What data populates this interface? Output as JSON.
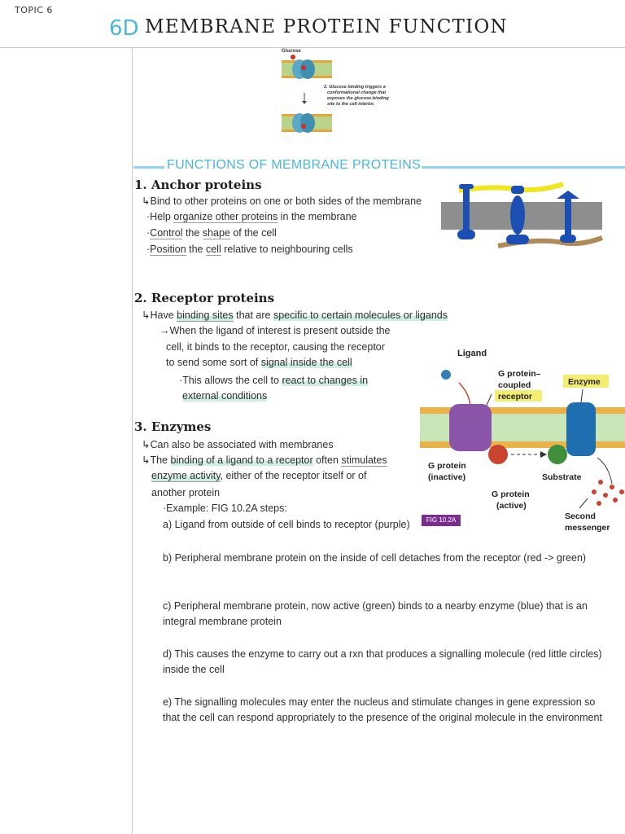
{
  "header": {
    "topic": "TOPIC 6",
    "code": "6D",
    "title": "MEMBRANE PROTEIN FUNCTION"
  },
  "glucose_figure": {
    "label": "Glucose",
    "step_text": [
      "2. Glucose binding triggers a",
      "conformational change that",
      "exposes the glucose-binding",
      "site to the cell interior."
    ]
  },
  "section": {
    "title": "FUNCTIONS OF MEMBRANE PROTEINS"
  },
  "anchor": {
    "heading": "1. Anchor proteins",
    "line1_prefix": "↳",
    "line1": "Bind to other proteins on one or both sides of the membrane",
    "b1_pre": "·Help ",
    "b1_ul": "organize other proteins",
    "b1_post": " in the membrane",
    "b2_pre": "·",
    "b2_ul": "Control",
    "b2_mid": " the ",
    "b2_ul2": "shape",
    "b2_post": " of the cell",
    "b3_pre": "·",
    "b3_ul": "Position",
    "b3_mid": " the ",
    "b3_ul2": "cell",
    "b3_post": " relative to neighbouring cells"
  },
  "receptor": {
    "heading": "2. Receptor proteins",
    "l1_prefix": "↳Have ",
    "l1_hl1": "binding sites",
    "l1_mid": " that are ",
    "l1_hl2": "specific to certain molecules or ligands",
    "l2": "→When the ligand of interest is present outside the",
    "l3": "cell, it binds to the receptor, causing the receptor",
    "l4_pre": "to send some sort of ",
    "l4_hl": "signal inside the cell",
    "l5_pre": "·This allows the cell to ",
    "l5_hl": "react to changes in",
    "l6_hl": "external conditions"
  },
  "enzymes": {
    "heading": "3. Enzymes",
    "l1": "↳Can also be associated with membranes",
    "l2_pre": "↳The ",
    "l2_hl": "binding of a ligand to a receptor",
    "l2_mid": " often ",
    "l2_ul": "stimulates",
    "l3_hl": "enzyme activity",
    "l3_post": ", either of the receptor itself or of",
    "l4": "another protein",
    "l5": "·Example: FIG 10.2A steps:",
    "step_a": "a) Ligand from outside of cell binds to receptor (purple)",
    "badge": "FIG 10.2A",
    "step_b": "b) Peripheral membrane protein on the inside of cell detaches from the receptor (red -> green)",
    "step_c": "c) Peripheral membrane protein, now active (green) binds to a nearby enzyme (blue) that is an integral membrane protein",
    "step_d": "d) This causes the enzyme to carry out a rxn that produces a signalling molecule (red little circles) inside the cell",
    "step_e": "e) The signalling molecules may enter the nucleus and stimulate changes in gene expression so that the cell can respond appropriately to the presence of the original molecule in the environment"
  },
  "gprotein_figure": {
    "ligand": "Ligand",
    "receptor_l1": "G protein–",
    "receptor_l2": "coupled",
    "receptor_l3": "receptor",
    "enzyme": "Enzyme",
    "gp_inactive_l1": "G protein",
    "gp_inactive_l2": "(inactive)",
    "substrate": "Substrate",
    "gp_active_l1": "G protein",
    "gp_active_l2": "(active)",
    "second_l1": "Second",
    "second_l2": "messenger"
  },
  "colors": {
    "accent_blue": "#4bb6e0",
    "receptor_purple": "#8a55a8",
    "enzyme_blue": "#1f6fb0",
    "gprotein_red": "#c9432e",
    "gprotein_green": "#3f8f3a",
    "highlight_mint": "#cfeee2"
  }
}
